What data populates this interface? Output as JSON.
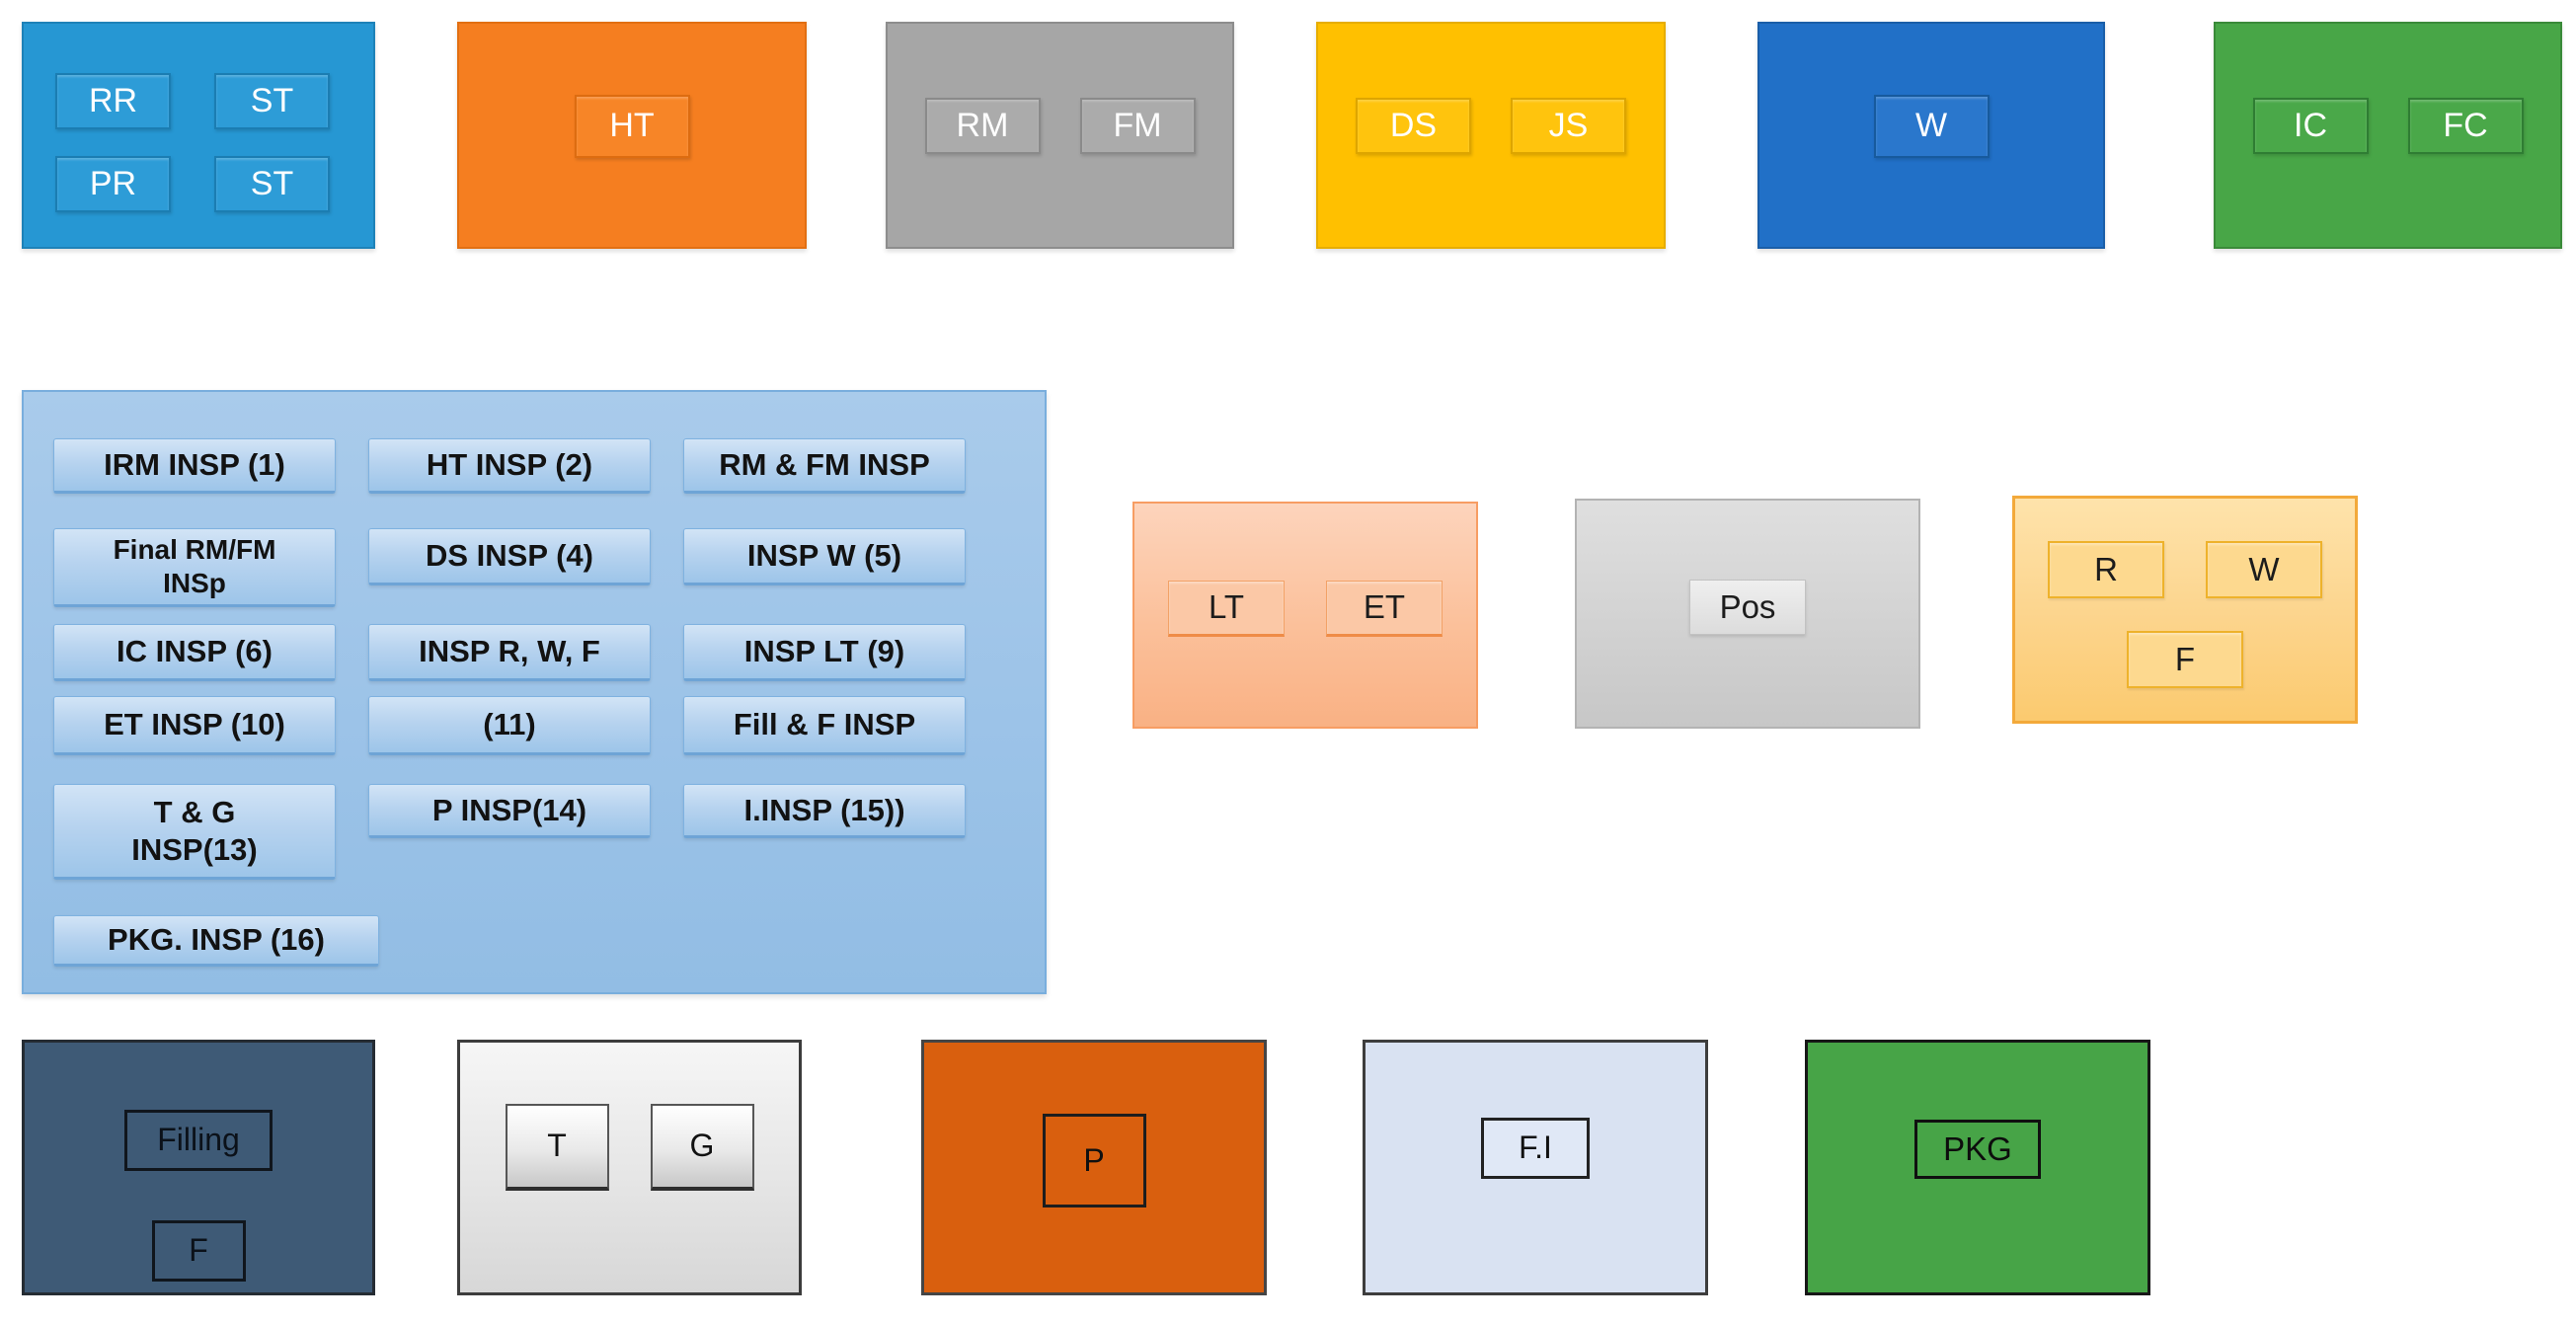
{
  "palette": {
    "receiving_blue": "#2697d3",
    "heat_treat_orange": "#f57e20",
    "machining_gray": "#a6a6a6",
    "ds_js_gold": "#ffc000",
    "welding_blue": "#2170c7",
    "coating_green": "#48a647",
    "inspection_panel_blue": "#9cc3e8",
    "inspection_button_blue": "#b7d3ef",
    "lt_et_peach": "#fbc09a",
    "pos_gray": "#d2d2d2",
    "rwf_amber": "#fcd48c",
    "filling_slate": "#3e5a76",
    "tg_light_gray": "#e7e7e7",
    "p_dark_orange": "#d95f0e",
    "fi_pale_blue": "#d9e2f2",
    "pkg_green": "#47a447"
  },
  "top": {
    "box1": {
      "c1": "RR",
      "c2": "ST",
      "c3": "PR",
      "c4": "ST"
    },
    "box2": {
      "c1": "HT"
    },
    "box3": {
      "c1": "RM",
      "c2": "FM"
    },
    "box4": {
      "c1": "DS",
      "c2": "JS"
    },
    "box5": {
      "c1": "W"
    },
    "box6": {
      "c1": "IC",
      "c2": "FC"
    }
  },
  "insp": {
    "b1": "IRM INSP (1)",
    "b2": "HT INSP (2)",
    "b3": "RM & FM INSP",
    "b4a": "Final RM/FM",
    "b4b": "INSp",
    "b5": "DS INSP (4)",
    "b6": "INSP W (5)",
    "b7": "IC INSP (6)",
    "b8": "INSP R, W, F",
    "b9": "INSP LT (9)",
    "b10": "ET INSP (10)",
    "b11": "(11)",
    "b12": "Fill & F INSP",
    "b13a": "T & G",
    "b13b": "INSP(13)",
    "b14": "P INSP(14)",
    "b15": "I.INSP (15))",
    "b16": "PKG. INSP (16)"
  },
  "mid": {
    "lt": "LT",
    "et": "ET",
    "pos": "Pos",
    "r": "R",
    "w": "W",
    "f": "F"
  },
  "bottom": {
    "filling": "Filling",
    "f": "F",
    "t": "T",
    "g": "G",
    "p": "P",
    "fi": "F.I",
    "pkg": "PKG"
  }
}
